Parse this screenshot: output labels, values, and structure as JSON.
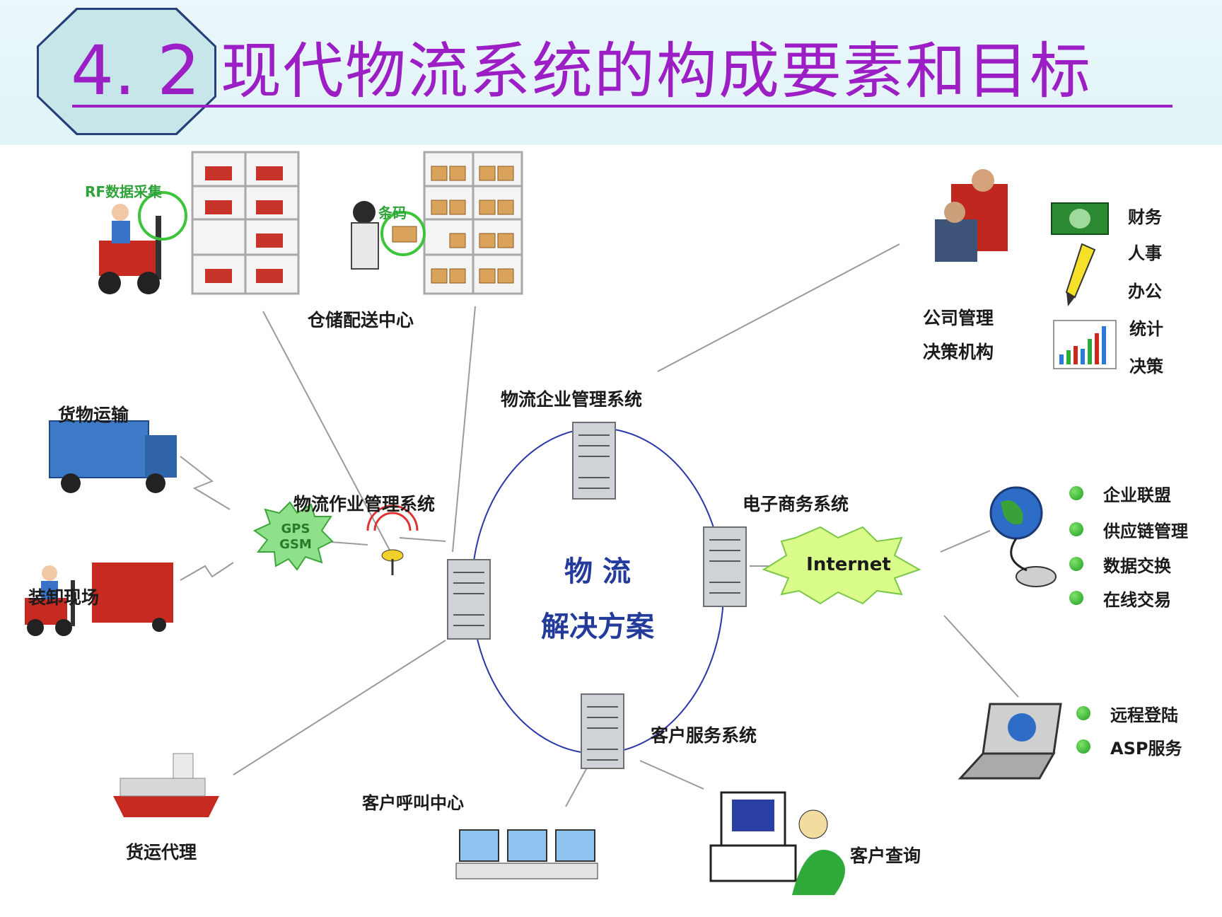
{
  "title": {
    "number": "4. 2",
    "text": "现代物流系统的构成要素和目标"
  },
  "diagram": {
    "center": {
      "line1": "物  流",
      "line2": "解决方案"
    },
    "systems": {
      "enterprise_mgmt": "物流企业管理系统",
      "operation_mgmt": "物流作业管理系统",
      "ecommerce": "电子商务系统",
      "customer_service": "客户服务系统"
    },
    "warehouse": {
      "rf_label": "RF数据采集",
      "barcode_label": "条码",
      "caption": "仓储配送中心"
    },
    "company": {
      "caption_line1": "公司管理",
      "caption_line2": "决策机构",
      "functions": [
        "财务",
        "人事",
        "办公",
        "统计",
        "决策"
      ]
    },
    "left": {
      "cargo_transport": "货物运输",
      "loading_site": "装卸现场",
      "freight_agent": "货运代理",
      "gps_line1": "GPS",
      "gps_line2": "GSM"
    },
    "internet": {
      "label": "Internet",
      "services": [
        "企业联盟",
        "供应链管理",
        "数据交换",
        "在线交易"
      ],
      "remote_services": [
        "远程登陆",
        "ASP服务"
      ]
    },
    "bottom": {
      "call_center": "客户呼叫中心",
      "customer_query": "客户查询"
    }
  }
}
